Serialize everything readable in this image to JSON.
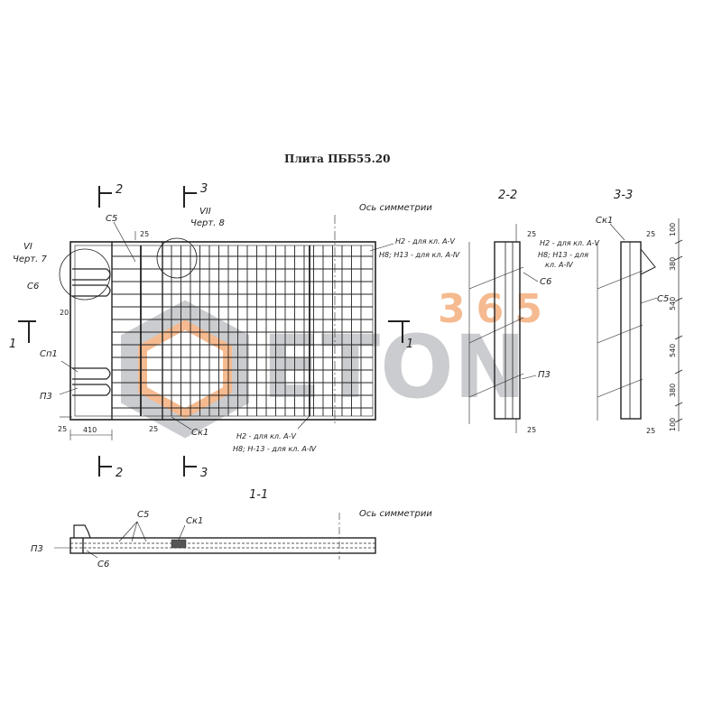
{
  "title": "Плита ПББ55.20",
  "labels": {
    "sec2_top": "2",
    "sec3_top": "3",
    "sec2_bot": "2",
    "sec3_bot": "3",
    "sec1_left": "1",
    "sec1_right": "1",
    "c5_top": "С5",
    "dim25_top": "25",
    "node7_num": "VII",
    "node7_ref": "Черт. 8",
    "node6_num": "VI",
    "node6_ref": "Черт. 7",
    "c6_left": "С6",
    "dim20": "20",
    "cp1": "Сп1",
    "p3_left": "П3",
    "axis_top": "Ось симметрии",
    "note_plan_1": "Н2 - для кл. А-Ⅴ",
    "note_plan_2": "Н8; Н13 - для кл. А-Ⅳ",
    "note_bot_1": "Н2 - для кл. А-Ⅴ",
    "note_bot_2": "Н8; Н-13 - для кл. А-Ⅳ",
    "dim25_left": "25",
    "dim410": "410",
    "dim25_mid": "25",
    "ck1_plan": "Ск1",
    "sec11_title": "1-1",
    "c5_sec": "С5",
    "ck1_sec": "Ск1",
    "axis_sec": "Ось симметрии",
    "p3_sec": "П3",
    "c6_sec": "С6",
    "sec22_title": "2-2",
    "sec22_25top": "25",
    "sec22_note1": "Н2 - для кл. А-Ⅴ",
    "sec22_note2": "Н8; Н13 - для",
    "sec22_note3": "кл. А-Ⅳ",
    "sec22_c6": "С6",
    "sec22_p3": "П3",
    "sec22_25bot": "25",
    "sec33_title": "3-3",
    "sec33_ck1": "Ск1",
    "sec33_c5": "С5",
    "sec33_25top": "25",
    "sec33_25bot": "25",
    "dims_right": [
      "100",
      "380",
      "540",
      "540",
      "380",
      "100"
    ]
  },
  "watermark": {
    "number": "365",
    "brand": "ETON",
    "colors": {
      "orange": "#f2a46c",
      "gray": "#b9bcc0"
    }
  },
  "colors": {
    "ink": "#222222",
    "background": "#ffffff"
  }
}
